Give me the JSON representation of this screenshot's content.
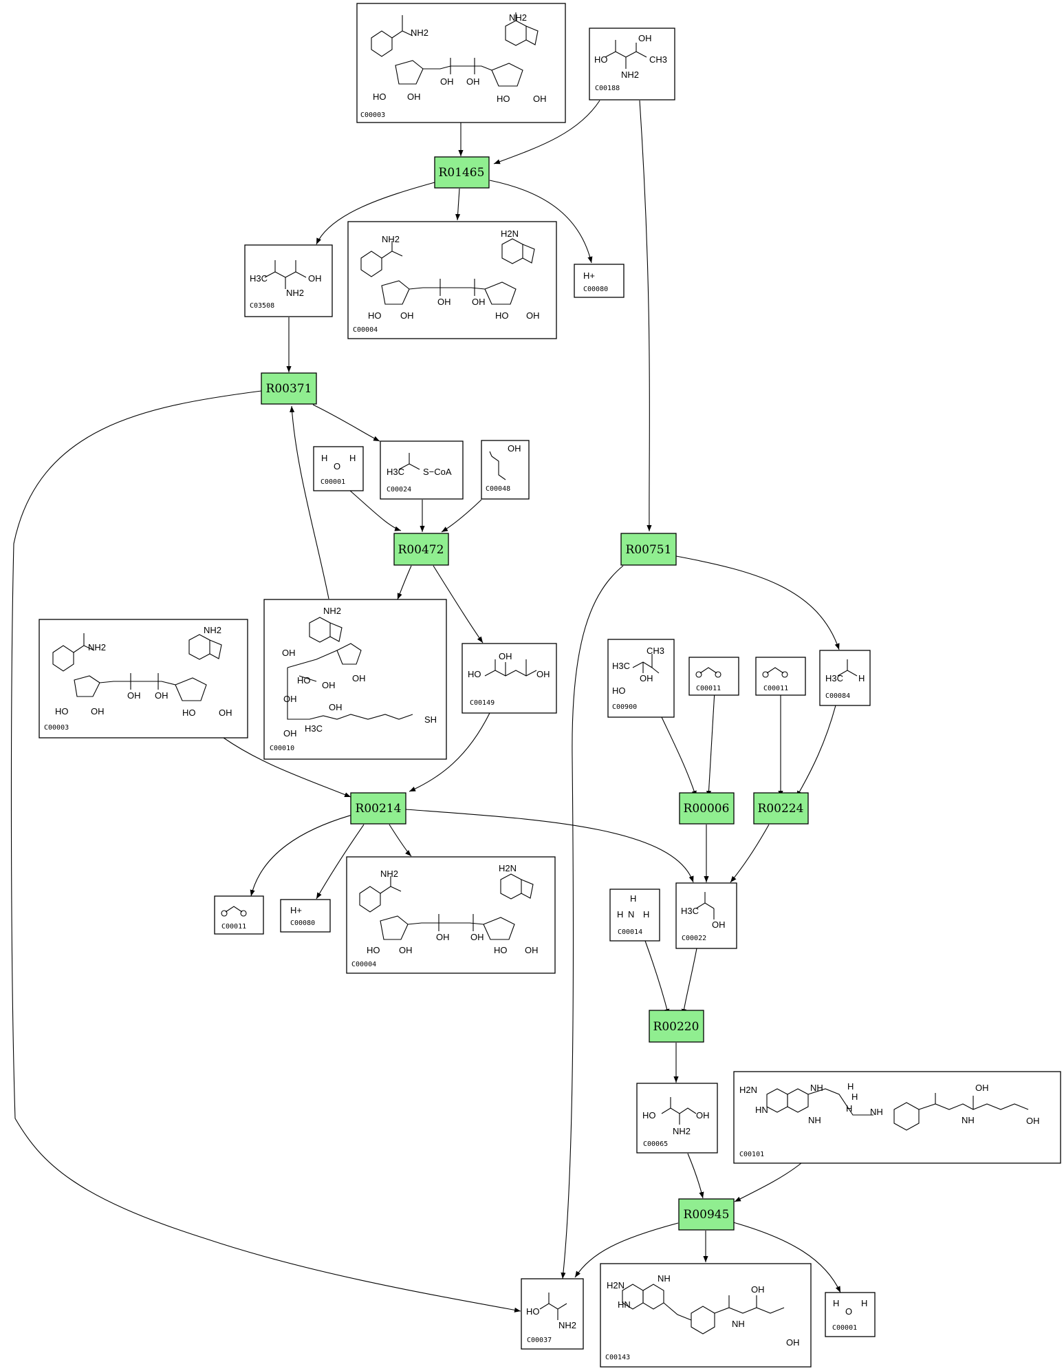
{
  "reactions": {
    "R01465": {
      "label": "R01465"
    },
    "R00371": {
      "label": "R00371"
    },
    "R00472": {
      "label": "R00472"
    },
    "R00751": {
      "label": "R00751"
    },
    "R00214": {
      "label": "R00214"
    },
    "R00006": {
      "label": "R00006"
    },
    "R00224": {
      "label": "R00224"
    },
    "R00220": {
      "label": "R00220"
    },
    "R00945": {
      "label": "R00945"
    }
  },
  "compounds": {
    "C00003a": {
      "id": "C00003",
      "groups": [
        "NH2",
        "NH2",
        "OH",
        "OH",
        "HO",
        "OH",
        "HO",
        "OH"
      ]
    },
    "C00188": {
      "id": "C00188",
      "groups": [
        "OH",
        "HO",
        "CH3",
        "NH2"
      ]
    },
    "C03508": {
      "id": "C03508",
      "groups": [
        "H3C",
        "OH",
        "NH2"
      ]
    },
    "C00004a": {
      "id": "C00004",
      "groups": [
        "NH2",
        "H2N",
        "OH",
        "OH",
        "HO",
        "OH",
        "HO",
        "OH"
      ]
    },
    "C00080a": {
      "id": "C00080",
      "groups": [
        "H+"
      ]
    },
    "C00001a": {
      "id": "C00001",
      "groups": [
        "H",
        "O",
        "H"
      ]
    },
    "C00024": {
      "id": "C00024",
      "groups": [
        "H3C",
        "S−CoA"
      ]
    },
    "C00048": {
      "id": "C00048",
      "groups": [
        "OH"
      ]
    },
    "C00010": {
      "id": "C00010",
      "groups": [
        "NH2",
        "OH",
        "OH",
        "HO",
        "OH",
        "OH",
        "H3C",
        "OH",
        "SH",
        "OH"
      ]
    },
    "C00003b": {
      "id": "C00003",
      "groups": [
        "NH2",
        "NH2",
        "OH",
        "OH",
        "HO",
        "OH",
        "HO",
        "OH"
      ]
    },
    "C00149": {
      "id": "C00149",
      "groups": [
        "OH",
        "HO",
        "OH"
      ]
    },
    "C00900": {
      "id": "C00900",
      "groups": [
        "CH3",
        "H3C",
        "OH",
        "HO"
      ]
    },
    "C00011a": {
      "id": "C00011",
      "groups": []
    },
    "C00011b": {
      "id": "C00011",
      "groups": []
    },
    "C00084": {
      "id": "C00084",
      "groups": [
        "H3C",
        "H"
      ]
    },
    "C00011c": {
      "id": "C00011",
      "groups": []
    },
    "C00080b": {
      "id": "C00080",
      "groups": [
        "H+"
      ]
    },
    "C00004b": {
      "id": "C00004",
      "groups": [
        "NH2",
        "H2N",
        "OH",
        "OH",
        "HO",
        "OH",
        "HO",
        "OH"
      ]
    },
    "C00014": {
      "id": "C00014",
      "groups": [
        "H",
        "H",
        "N",
        "H"
      ]
    },
    "C00022": {
      "id": "C00022",
      "groups": [
        "H3C",
        "OH"
      ]
    },
    "C00065": {
      "id": "C00065",
      "groups": [
        "HO",
        "OH",
        "NH2"
      ]
    },
    "C00101": {
      "id": "C00101",
      "groups": [
        "H2N",
        "NH",
        "H",
        "H",
        "OH",
        "HN",
        "NH",
        "NH",
        "H",
        "OH",
        "NH"
      ]
    },
    "C00037": {
      "id": "C00037",
      "groups": [
        "HO",
        "NH2"
      ]
    },
    "C00143": {
      "id": "C00143",
      "groups": [
        "H2N",
        "NH",
        "HN",
        "OH",
        "NH",
        "OH"
      ]
    },
    "C00001b": {
      "id": "C00001",
      "groups": [
        "H",
        "O",
        "H"
      ]
    }
  }
}
